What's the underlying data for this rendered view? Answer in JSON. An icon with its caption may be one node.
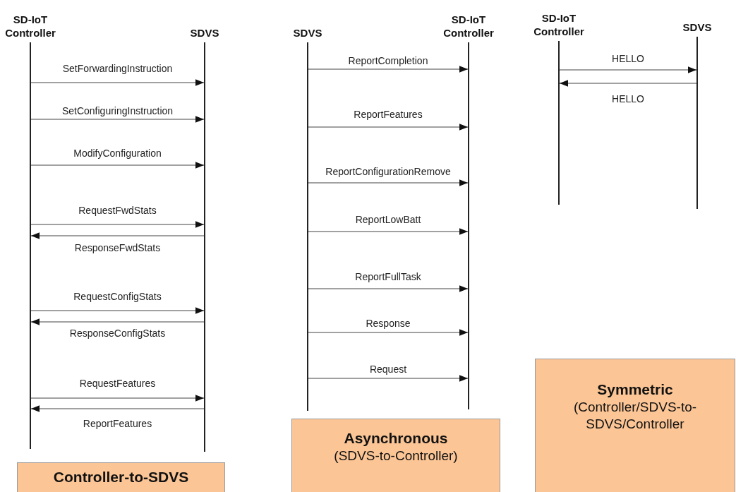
{
  "diagram": {
    "nodes": [
      {
        "text": [
          "SD-IoT Controller"
        ]
      },
      {
        "text": [
          "SDVS"
        ]
      },
      {
        "text": [
          "SDVS"
        ]
      },
      {
        "text": [
          "SD-IoT Controller"
        ]
      },
      {
        "text": [
          "SD-IoT Controller"
        ]
      },
      {
        "text": [
          "SDVS"
        ]
      },
      {
        "text": [
          "Controller-to-SDVS"
        ]
      },
      {
        "text": [
          "Asynchronous",
          "(SDVS-to-Controller)"
        ]
      },
      {
        "text": [
          "Symmetric",
          "(Controller/SDVS-to-SDVS/Controller"
        ]
      }
    ],
    "edges": [
      {
        "from": 0,
        "to": 1,
        "arrow": "to",
        "label": "SetForwardingInstruction"
      },
      {
        "from": 0,
        "to": 1,
        "arrow": "to",
        "label": "SetConfiguringInstruction"
      },
      {
        "from": 0,
        "to": 1,
        "arrow": "to",
        "label": "ModifyConfiguration"
      },
      {
        "from": 0,
        "to": 1,
        "arrow": "to",
        "label": "RequestFwdStats"
      },
      {
        "from": 1,
        "to": 0,
        "arrow": "to",
        "label": "ResponseFwdStats"
      },
      {
        "from": 0,
        "to": 1,
        "arrow": "to",
        "label": "RequestConfigStats"
      },
      {
        "from": 1,
        "to": 0,
        "arrow": "to",
        "label": "ResponseConfigStats"
      },
      {
        "from": 0,
        "to": 1,
        "arrow": "to",
        "label": "RequestFeatures"
      },
      {
        "from": 1,
        "to": 0,
        "arrow": "to",
        "label": "ReportFeatures"
      },
      {
        "from": 2,
        "to": 3,
        "arrow": "to",
        "label": "ReportCompletion"
      },
      {
        "from": 2,
        "to": 3,
        "arrow": "to",
        "label": "ReportFeatures"
      },
      {
        "from": 2,
        "to": 3,
        "arrow": "to",
        "label": "ReportConfigurationRemove"
      },
      {
        "from": 2,
        "to": 3,
        "arrow": "to",
        "label": "ReportLowBatt"
      },
      {
        "from": 2,
        "to": 3,
        "arrow": "to",
        "label": "ReportFullTask"
      },
      {
        "from": 2,
        "to": 3,
        "arrow": "to",
        "label": "Response"
      },
      {
        "from": 2,
        "to": 3,
        "arrow": "to",
        "label": "Request"
      },
      {
        "from": 4,
        "to": 5,
        "arrow": "to",
        "label": "HELLO"
      },
      {
        "from": 5,
        "to": 4,
        "arrow": "to",
        "label": "HELLO"
      }
    ]
  }
}
